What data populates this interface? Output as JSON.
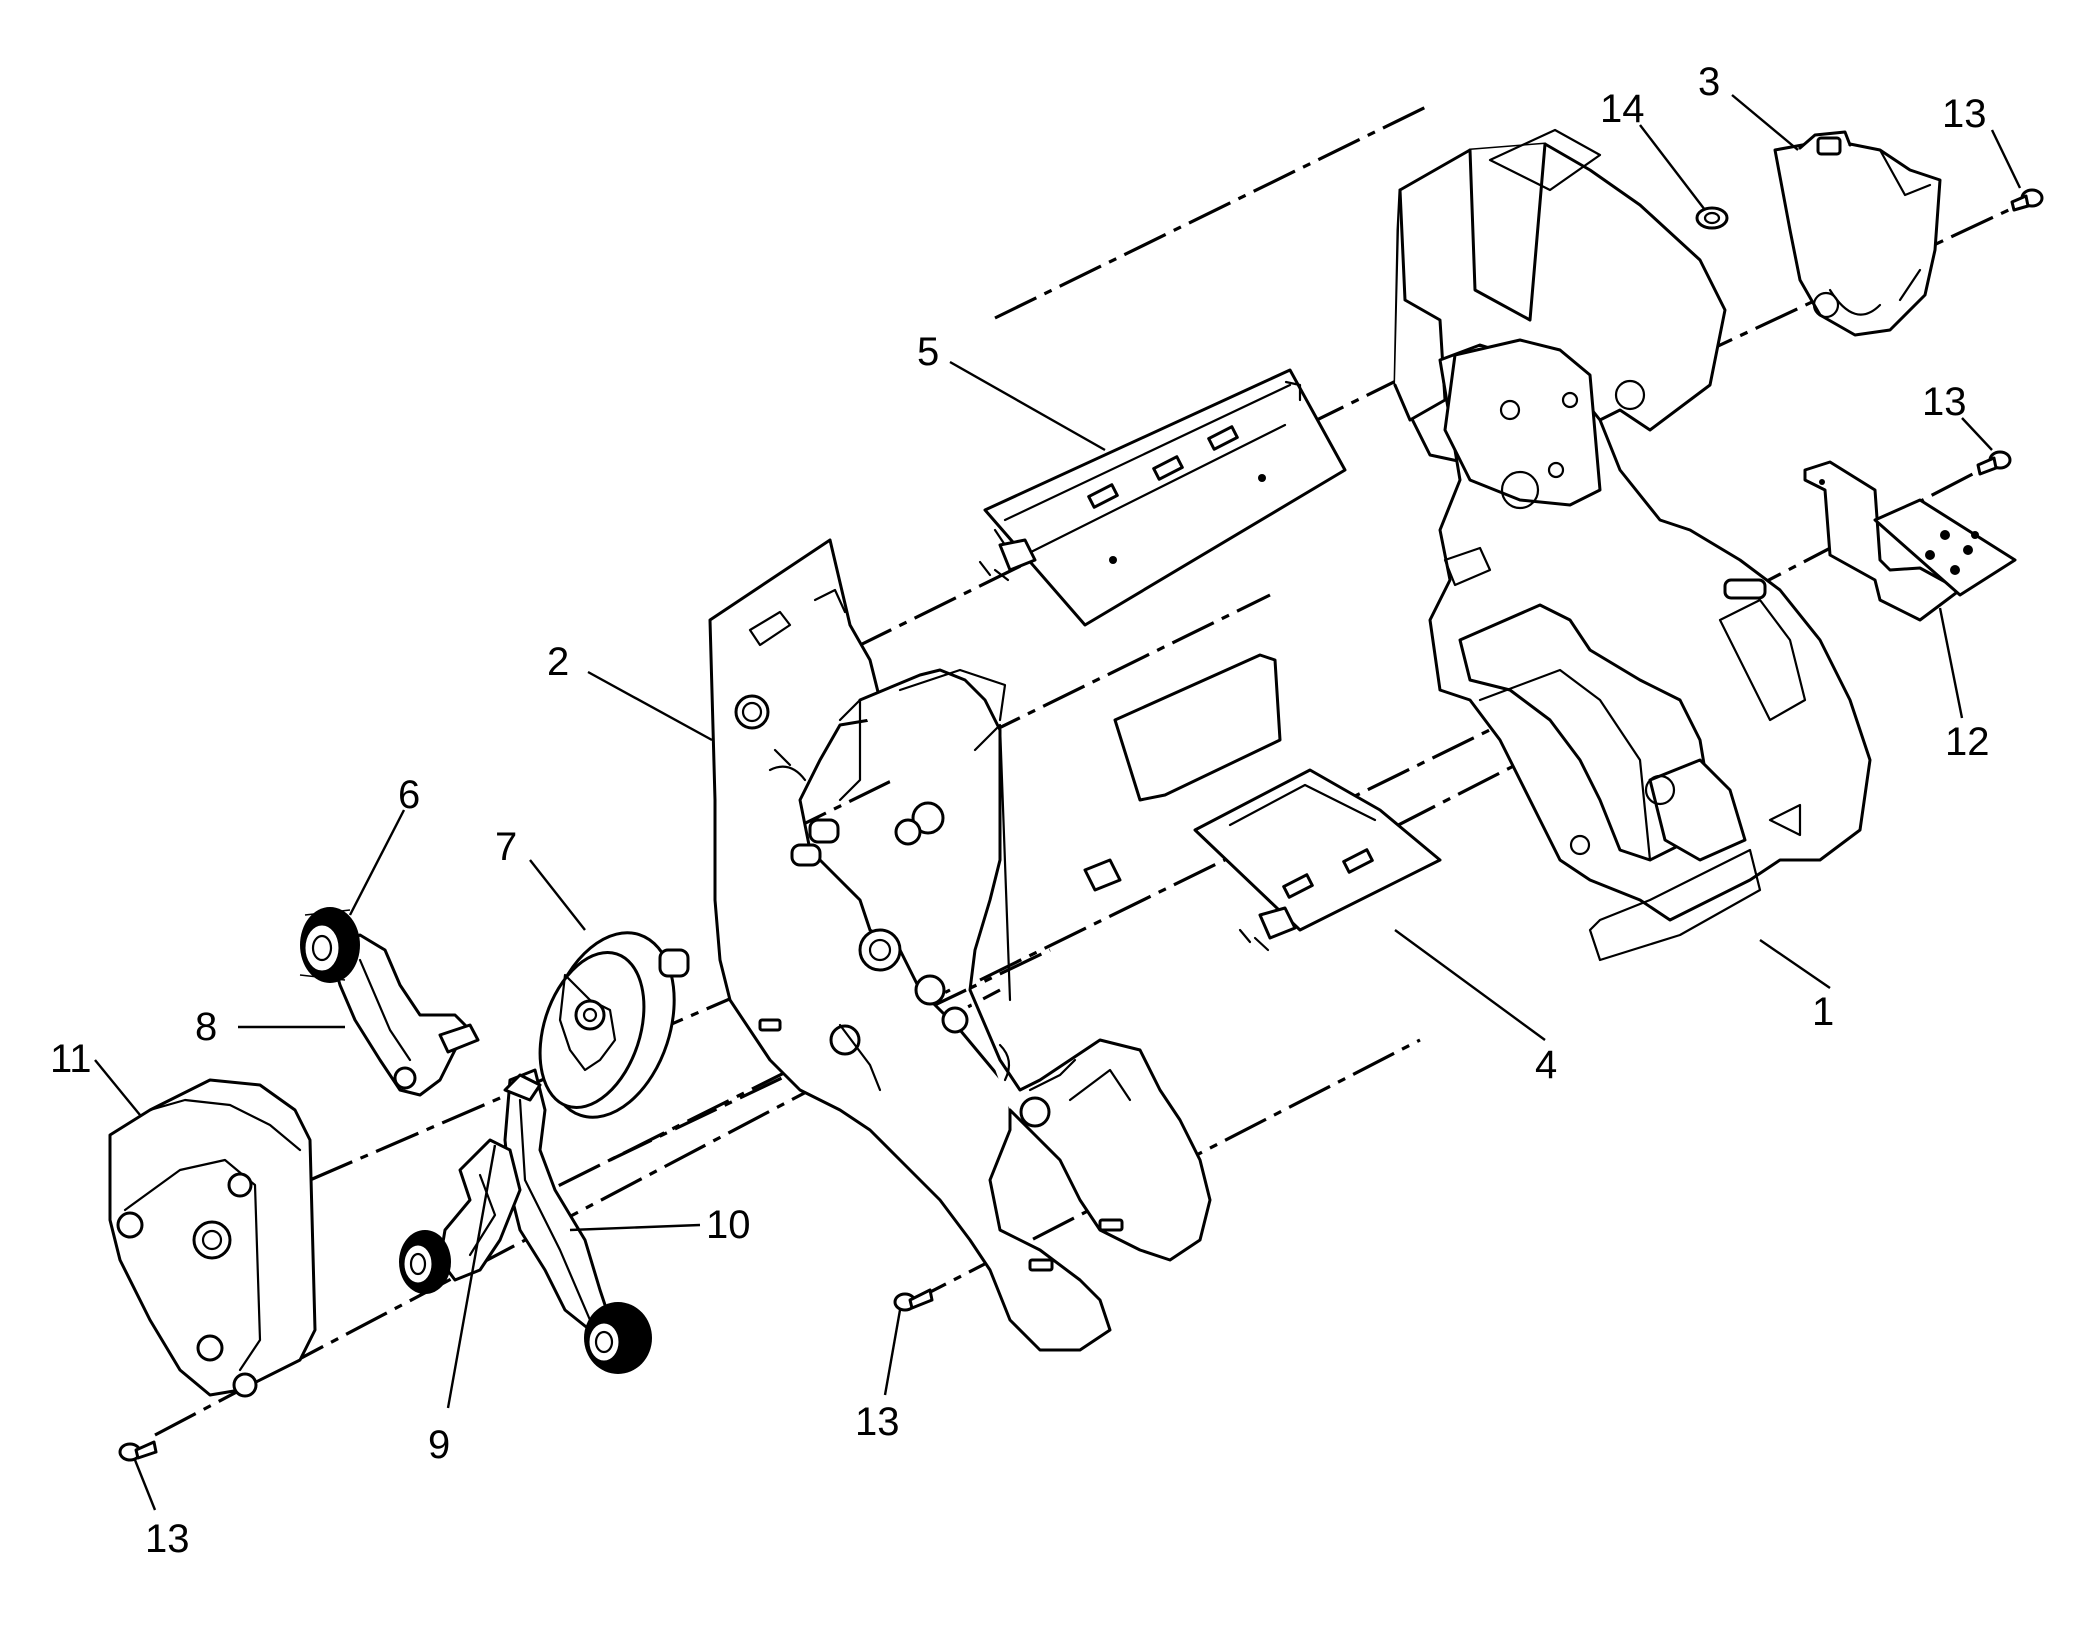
{
  "diagram": {
    "kind": "exploded-parts",
    "line_color": "#000000",
    "background": "#ffffff",
    "callouts": [
      {
        "id": "c1",
        "label": "1"
      },
      {
        "id": "c2",
        "label": "2"
      },
      {
        "id": "c3",
        "label": "3"
      },
      {
        "id": "c4",
        "label": "4"
      },
      {
        "id": "c5",
        "label": "5"
      },
      {
        "id": "c6",
        "label": "6"
      },
      {
        "id": "c7",
        "label": "7"
      },
      {
        "id": "c8",
        "label": "8"
      },
      {
        "id": "c9",
        "label": "9"
      },
      {
        "id": "c10",
        "label": "10"
      },
      {
        "id": "c11",
        "label": "11"
      },
      {
        "id": "c12",
        "label": "12"
      },
      {
        "id": "c13a",
        "label": "13"
      },
      {
        "id": "c13b",
        "label": "13"
      },
      {
        "id": "c13c",
        "label": "13"
      },
      {
        "id": "c13d",
        "label": "13"
      },
      {
        "id": "c14",
        "label": "14"
      }
    ]
  }
}
